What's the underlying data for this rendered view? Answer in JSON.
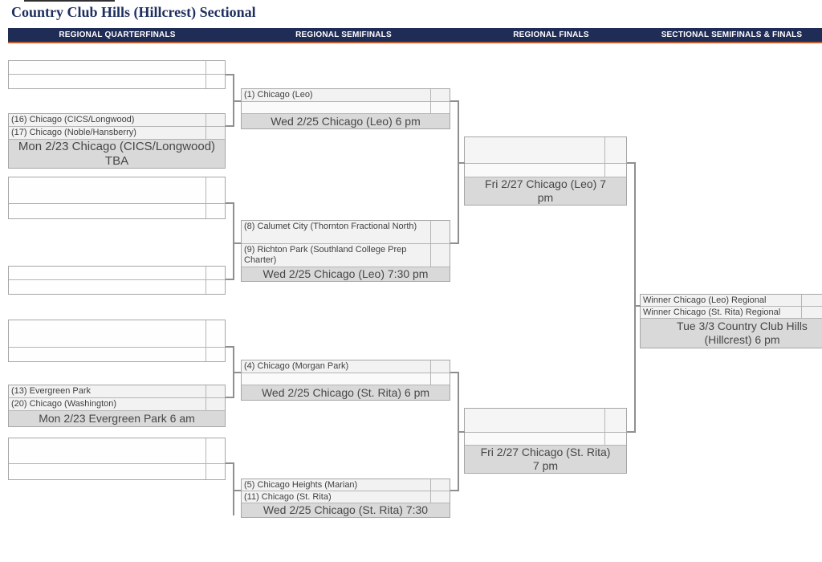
{
  "page": {
    "title": "Country Club Hills (Hillcrest) Sectional"
  },
  "columns": [
    "REGIONAL QUARTERFINALS",
    "REGIONAL SEMIFINALS",
    "REGIONAL FINALS",
    "SECTIONAL SEMIFINALS & FINALS"
  ],
  "colors": {
    "header_bar_bg": "#1f2c55",
    "header_bar_underline": "#c05f2d",
    "title_text": "#1e2f5e",
    "box_border": "#a6a6a6",
    "team_row_bg": "#f2f2f2",
    "game_info_bg": "#d9d9d9",
    "connector": "#8f8f8f"
  },
  "matches": [
    {
      "id": "qf1",
      "slots": [
        "",
        ""
      ],
      "info_lines": []
    },
    {
      "id": "qf2",
      "slots": [
        "(16) Chicago (CICS/Longwood)",
        "(17) Chicago (Noble/Hansberry)"
      ],
      "info_lines": [
        "Mon 2/23 Chicago (CICS/Longwood)",
        "TBA"
      ]
    },
    {
      "id": "qf3",
      "slots": [
        "",
        ""
      ],
      "info_lines": []
    },
    {
      "id": "qf4",
      "slots": [
        "",
        ""
      ],
      "info_lines": []
    },
    {
      "id": "qf5",
      "slots": [
        "",
        ""
      ],
      "info_lines": []
    },
    {
      "id": "qf6",
      "slots": [
        "(13) Evergreen Park",
        "(20) Chicago (Washington)"
      ],
      "info_lines": [
        "Mon 2/23 Evergreen Park 6 am"
      ]
    },
    {
      "id": "qf7",
      "slots": [
        "",
        ""
      ],
      "info_lines": []
    },
    {
      "id": "sf1",
      "slots": [
        "(1) Chicago (Leo)",
        ""
      ],
      "info_lines": [
        "Wed 2/25 Chicago (Leo) 6 pm"
      ]
    },
    {
      "id": "sf2",
      "slots": [
        "(8) Calumet City (Thornton Fractional North)",
        "(9) Richton Park (Southland College Prep Charter)"
      ],
      "info_lines": [
        "Wed 2/25 Chicago (Leo) 7:30 pm"
      ]
    },
    {
      "id": "sf3",
      "slots": [
        "(4) Chicago (Morgan Park)",
        ""
      ],
      "info_lines": [
        "Wed 2/25 Chicago (St. Rita) 6 pm"
      ]
    },
    {
      "id": "sf4",
      "slots": [
        "(5) Chicago Heights (Marian)",
        "(11) Chicago (St. Rita)"
      ],
      "info_lines": [
        "Wed 2/25 Chicago (St. Rita) 7:30"
      ]
    },
    {
      "id": "rf1",
      "slots": [
        "",
        ""
      ],
      "info_lines": [
        "Fri 2/27 Chicago (Leo) 7",
        "pm"
      ]
    },
    {
      "id": "rf2",
      "slots": [
        "",
        ""
      ],
      "info_lines": [
        "Fri 2/27 Chicago (St. Rita)",
        "7 pm"
      ]
    },
    {
      "id": "sec1",
      "slots": [
        "Winner Chicago (Leo) Regional",
        "Winner Chicago (St. Rita) Regional"
      ],
      "info_lines": [
        "Tue 3/3 Country Club Hills",
        "(Hillcrest) 6 pm"
      ]
    }
  ]
}
